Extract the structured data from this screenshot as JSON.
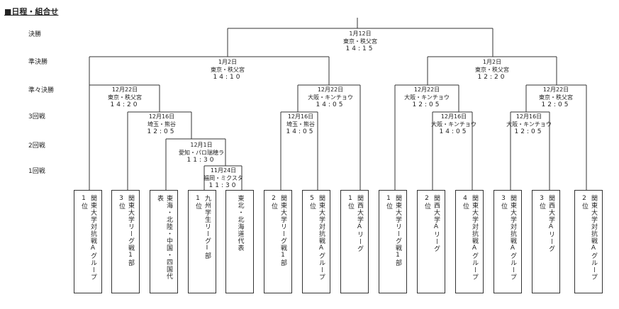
{
  "heading": "■日程・組合せ",
  "rounds": [
    "決勝",
    "準決勝",
    "準々決勝",
    "3回戦",
    "2回戦",
    "1回戦"
  ],
  "matches": [
    {
      "date": "1月12日",
      "venue": "東京・秩父宮",
      "time": "14:15"
    },
    {
      "date": "1月2日",
      "venue": "東京・秩父宮",
      "time": "14:10"
    },
    {
      "date": "1月2日",
      "venue": "東京・秩父宮",
      "time": "12:20"
    },
    {
      "date": "12月22日",
      "venue": "東京・秩父宮",
      "time": "14:20"
    },
    {
      "date": "12月22日",
      "venue": "大阪・キンチョウ",
      "time": "14:05"
    },
    {
      "date": "12月22日",
      "venue": "大阪・キンチョウ",
      "time": "12:05"
    },
    {
      "date": "12月22日",
      "venue": "東京・秩父宮",
      "time": "12:05"
    },
    {
      "date": "12月16日",
      "venue": "埼玉・熊谷",
      "time": "12:05"
    },
    {
      "date": "12月16日",
      "venue": "埼玉・熊谷",
      "time": "14:05"
    },
    {
      "date": "12月16日",
      "venue": "大阪・キンチョウ",
      "time": "14:05"
    },
    {
      "date": "12月16日",
      "venue": "大阪・キンチョウ",
      "time": "12:05"
    },
    {
      "date": "12月1日",
      "venue": "愛知・パロ瑞穂ラ",
      "time": "11:30"
    },
    {
      "date": "11月24日",
      "venue": "福岡・ミクスタ",
      "time": "11:30"
    }
  ],
  "teams": [
    {
      "cols": [
        "関東大学対抗戦Aグループ",
        "1位"
      ]
    },
    {
      "cols": [
        "関東大学リーグ戦1部",
        "3位"
      ]
    },
    {
      "cols": [
        "東海・北陸・中国・四国代",
        "表"
      ]
    },
    {
      "cols": [
        "九州学生リーグI部",
        "1位"
      ]
    },
    {
      "cols": [
        "東北・北海道代表"
      ]
    },
    {
      "cols": [
        "関東大学リーグ戦1部",
        "2位"
      ]
    },
    {
      "cols": [
        "関東大学対抗戦Aグループ",
        "5位"
      ]
    },
    {
      "cols": [
        "関西大学Aリーグ",
        "1位"
      ]
    },
    {
      "cols": [
        "関東大学リーグ戦1部",
        "1位"
      ]
    },
    {
      "cols": [
        "関西大学Aリーグ",
        "2位"
      ]
    },
    {
      "cols": [
        "関東大学対抗戦Aグループ",
        "4位"
      ]
    },
    {
      "cols": [
        "関東大学対抗戦Aグループ",
        "3位"
      ]
    },
    {
      "cols": [
        "関西大学Aリーグ",
        "3位"
      ]
    },
    {
      "cols": [
        "関東大学対抗戦Aグループ",
        "2位"
      ]
    }
  ]
}
